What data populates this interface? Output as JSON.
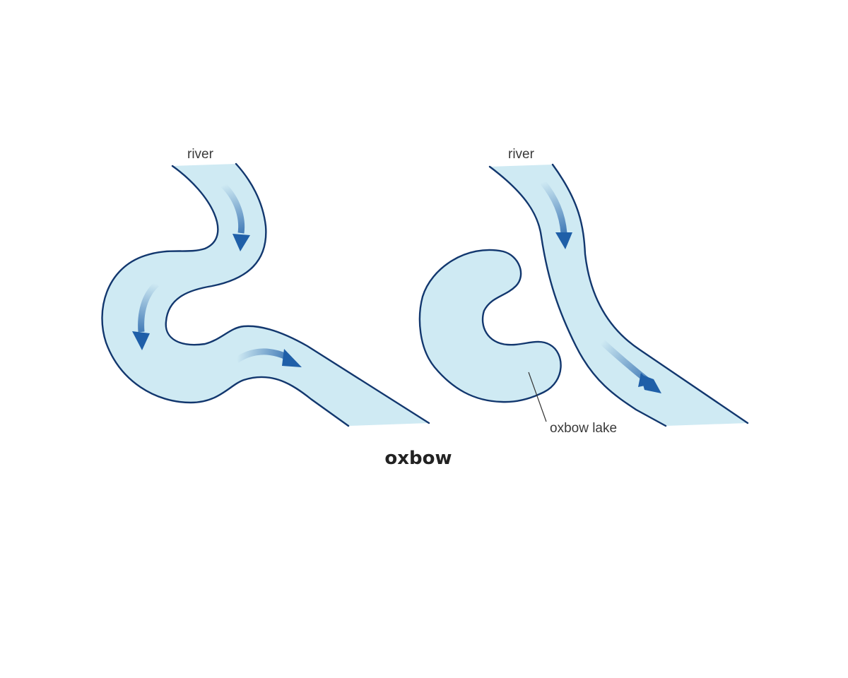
{
  "labels": {
    "river_left": "river",
    "river_right": "river",
    "oxbow_lake": "oxbow lake",
    "title": "oxbow"
  },
  "colors": {
    "water_fill": "#cfeaf3",
    "outline": "#12376e",
    "arrow": "#1f5fa8",
    "leader_line": "#333333"
  }
}
